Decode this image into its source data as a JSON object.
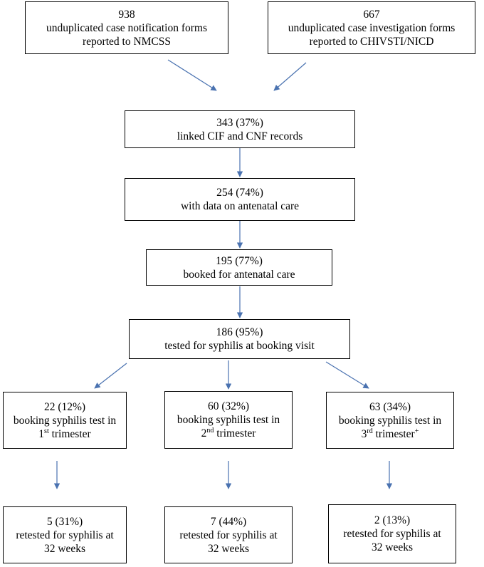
{
  "accent_color": "#4a72b0",
  "boxes": {
    "nmcss": {
      "count": "938",
      "line1": "unduplicated case notification forms",
      "line2": "reported to NMCSS"
    },
    "chivsti": {
      "count": "667",
      "line1": "unduplicated case investigation forms",
      "line2": "reported to CHIVSTI/NICD"
    },
    "linked": {
      "count": "343 (37%)",
      "line1": "linked CIF and CNF records"
    },
    "antenatal_data": {
      "count": "254 (74%)",
      "line1": "with data on antenatal care"
    },
    "booked": {
      "count": "195 (77%)",
      "line1": "booked for antenatal care"
    },
    "tested": {
      "count": "186 (95%)",
      "line1": "tested for syphilis at booking visit"
    },
    "t1": {
      "count": "22 (12%)",
      "line1": "booking syphilis test in",
      "ordinal": "1",
      "ordinal_sup": "st",
      "trimester": " trimester",
      "trimester_sup": ""
    },
    "t2": {
      "count": "60 (32%)",
      "line1": "booking syphilis test in",
      "ordinal": "2",
      "ordinal_sup": "nd",
      "trimester": " trimester",
      "trimester_sup": ""
    },
    "t3": {
      "count": "63 (34%)",
      "line1": "booking syphilis test in",
      "ordinal": "3",
      "ordinal_sup": "rd",
      "trimester": " trimester",
      "trimester_sup": "+"
    },
    "r1": {
      "count": "5 (31%)",
      "line1": "retested for syphilis at",
      "line2": "32 weeks"
    },
    "r2": {
      "count": "7 (44%)",
      "line1": "retested for syphilis at",
      "line2": "32 weeks"
    },
    "r3": {
      "count": "2 (13%)",
      "line1": "retested for syphilis at",
      "line2": "32 weeks"
    }
  }
}
